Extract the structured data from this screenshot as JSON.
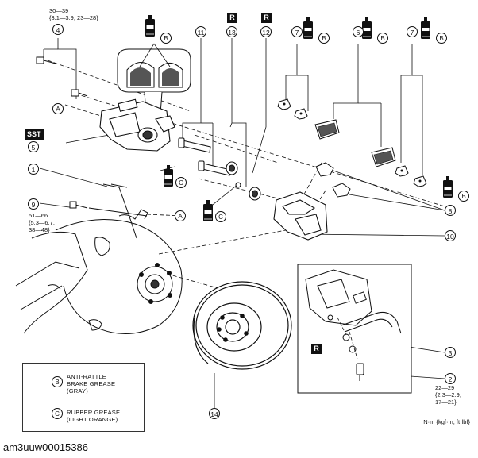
{
  "callouts": {
    "c1": "1",
    "c2": "2",
    "c3": "3",
    "c4": "4",
    "c5": "5",
    "c6": "6",
    "c7a": "7",
    "c7b": "7",
    "c8": "8",
    "c9": "9",
    "c10": "10",
    "c11": "11",
    "c12": "12",
    "c13": "13",
    "c14": "14"
  },
  "reference_letters": {
    "a1": "A",
    "a2": "A",
    "b": "B",
    "c": "C"
  },
  "torque_specs": {
    "top_bolt": "30—39\n{3.1—3.9, 23—28}",
    "hub_bolt": "51—66\n{5.3—6.7,\n38—48}",
    "bleeder": "22—29\n{2.3—2.9,\n17—21}"
  },
  "badges": {
    "r1": "R",
    "r2": "R",
    "r3": "R",
    "sst": "SST"
  },
  "legend": {
    "b_text": "ANTI-RATTLE\nBRAKE GREASE\n(GRAY)",
    "c_text": "RUBBER GREASE\n(LIGHT ORANGE)"
  },
  "units": "N·m {kgf·m, ft·lbf}",
  "caption": "am3uuw00015386",
  "icons": [
    "grease-tube-icon",
    "brake-disc",
    "caliper",
    "brake-pad",
    "shim",
    "guide-pin",
    "boot",
    "bolt"
  ]
}
